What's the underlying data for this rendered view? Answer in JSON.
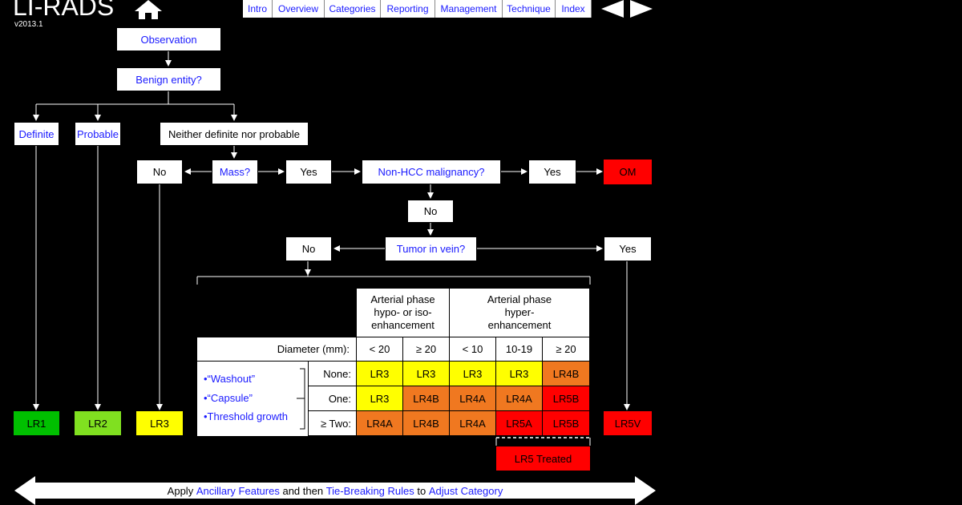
{
  "header": {
    "title": "LI-RADS",
    "version": "v2013.1"
  },
  "nav": [
    "Intro",
    "Overview",
    "Categories",
    "Reporting",
    "Management",
    "Technique",
    "Index"
  ],
  "flow": {
    "observation": "Observation",
    "benign": "Benign entity?",
    "definite": "Definite",
    "probable": "Probable",
    "neither": "Neither definite nor probable",
    "no1": "No",
    "mass": "Mass?",
    "yes1": "Yes",
    "non_hcc": "Non-HCC malignancy?",
    "yes2": "Yes",
    "om": "OM",
    "no2": "No",
    "no3": "No",
    "tumor_vein": "Tumor in vein?",
    "yes3": "Yes"
  },
  "table": {
    "col_group1": "Arterial phase hypo- or iso- enhancement",
    "col_group2": "Arterial phase hyper- enhancement",
    "diameter_label": "Diameter (mm):",
    "diameters": [
      "< 20",
      "≥ 20",
      "< 10",
      "10-19",
      "≥ 20"
    ],
    "features": [
      "•“Washout”",
      "•“Capsule”",
      "•Threshold growth"
    ],
    "rows": [
      {
        "label": "None:",
        "cells": [
          "LR3",
          "LR3",
          "LR3",
          "LR3",
          "LR4B"
        ],
        "colors": [
          "y",
          "y",
          "y",
          "y",
          "o"
        ]
      },
      {
        "label": "One:",
        "cells": [
          "LR3",
          "LR4B",
          "LR4A",
          "LR4A",
          "LR5B"
        ],
        "colors": [
          "y",
          "o",
          "o",
          "o",
          "r"
        ]
      },
      {
        "label": "≥ Two:",
        "cells": [
          "LR4A",
          "LR4B",
          "LR4A",
          "LR5A",
          "LR5B"
        ],
        "colors": [
          "o",
          "o",
          "o",
          "r",
          "r"
        ]
      }
    ],
    "treated": "LR5 Treated"
  },
  "categories": {
    "lr1": {
      "label": "LR1",
      "color": "#00c000"
    },
    "lr2": {
      "label": "LR2",
      "color": "#80e020"
    },
    "lr3": {
      "label": "LR3",
      "color": "#ffff00"
    },
    "lr5v": {
      "label": "LR5V",
      "color": "#ff0000"
    }
  },
  "footer": {
    "t1": "Apply ",
    "l1": "Ancillary Features",
    "t2": " and then ",
    "l2": "Tie-Breaking Rules",
    "t3": " to ",
    "l3": "Adjust Category"
  }
}
